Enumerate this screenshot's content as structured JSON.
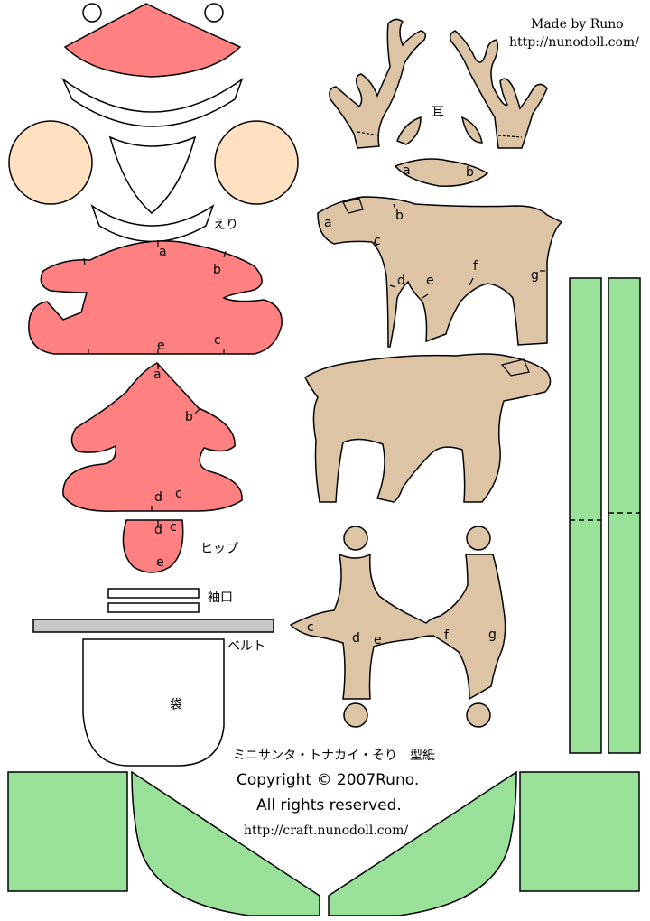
{
  "header": {
    "made_by": "Made by Runo",
    "site_url": "http://nunodoll.com/"
  },
  "labels": {
    "ear": "耳",
    "collar": "えり",
    "hip": "ヒップ",
    "cuff": "袖口",
    "belt": "ベルト",
    "bag": "袋"
  },
  "footer": {
    "title": "ミニサンタ・トナカイ・そり　型紙",
    "copyright": "Copyright © 2007Runo.",
    "rights": "All rights reserved.",
    "url": "http://craft.nunodoll.com/"
  },
  "markers": {
    "a": "a",
    "b": "b",
    "c": "c",
    "d": "d",
    "e": "e",
    "f": "f",
    "g": "g"
  },
  "colors": {
    "santa_red": "#ff8080",
    "skin": "#ffe0c0",
    "reindeer": "#dcc4a4",
    "sleigh_green": "#99e099",
    "belt_gray": "#c8c8c8",
    "outline": "#000000"
  }
}
